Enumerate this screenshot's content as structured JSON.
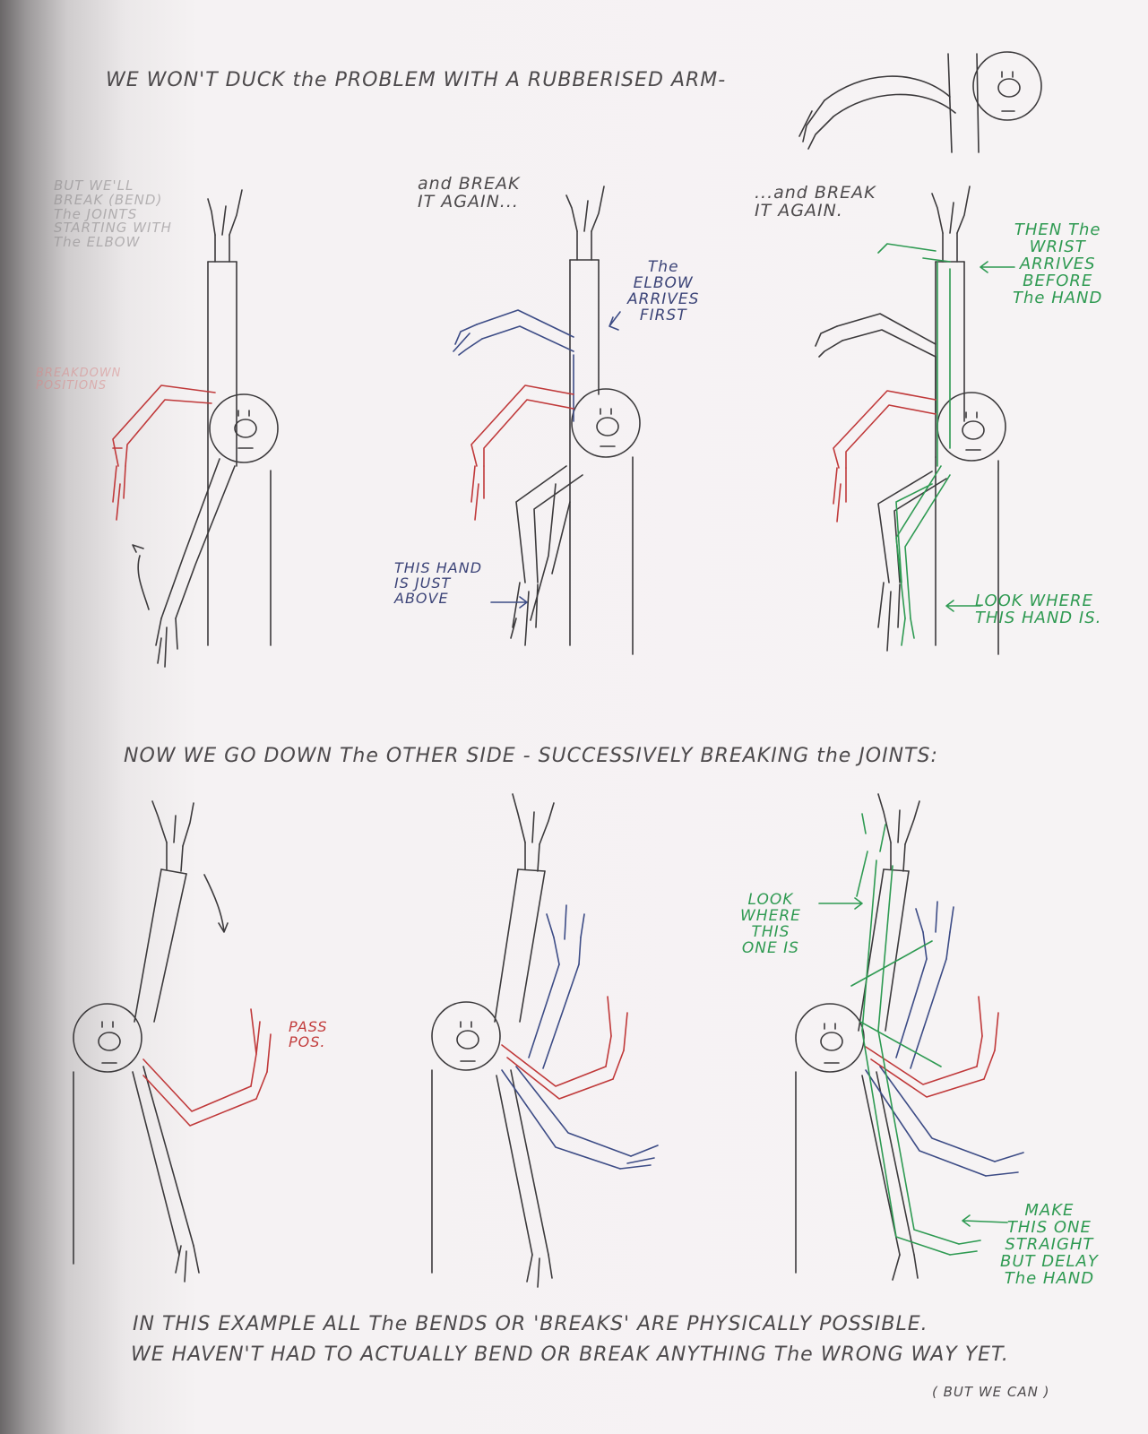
{
  "texts": {
    "headline_1": "WE WON'T DUCK the PROBLEM WITH A RUBBERISED ARM-",
    "side_note": "BUT WE'LL\nBREAK (BEND)\nThe JOINTS\nSTARTING WITH\nThe ELBOW",
    "red_note_left": "BREAKDOWN\nPOSITIONS",
    "break_again_1": "and BREAK\nIT AGAIN...",
    "break_again_2": "...and BREAK\nIT AGAIN.",
    "elbow_note": "The\nELBOW\nARRIVES\nFIRST",
    "hand_above_note": "THIS HAND\nIS JUST\nABOVE",
    "wrist_note": "THEN The\nWRIST\nARRIVES\nBEFORE\nThe HAND",
    "look_hand_note": "LOOK WHERE\nTHIS HAND IS.",
    "headline_2": "NOW WE GO DOWN The OTHER SIDE - SUCCESSIVELY BREAKING the JOINTS:",
    "pass_pos": "PASS\nPOS.",
    "look_one_note": "LOOK\nWHERE\nTHIS\nONE IS",
    "make_straight_note": "MAKE\nTHIS ONE\nSTRAIGHT\nBUT DELAY\nThe HAND",
    "footer_1": "IN THIS EXAMPLE ALL The BENDS OR 'BREAKS' ARE PHYSICALLY POSSIBLE.",
    "footer_2": "WE HAVEN'T HAD TO ACTUALLY BEND OR BREAK ANYTHING The WRONG WAY YET.",
    "footer_3": "( BUT WE CAN )"
  },
  "colors": {
    "pencil": "#3c3a3c",
    "red": "#c0393a",
    "blue": "#3d4c86",
    "green": "#2e9a52"
  }
}
